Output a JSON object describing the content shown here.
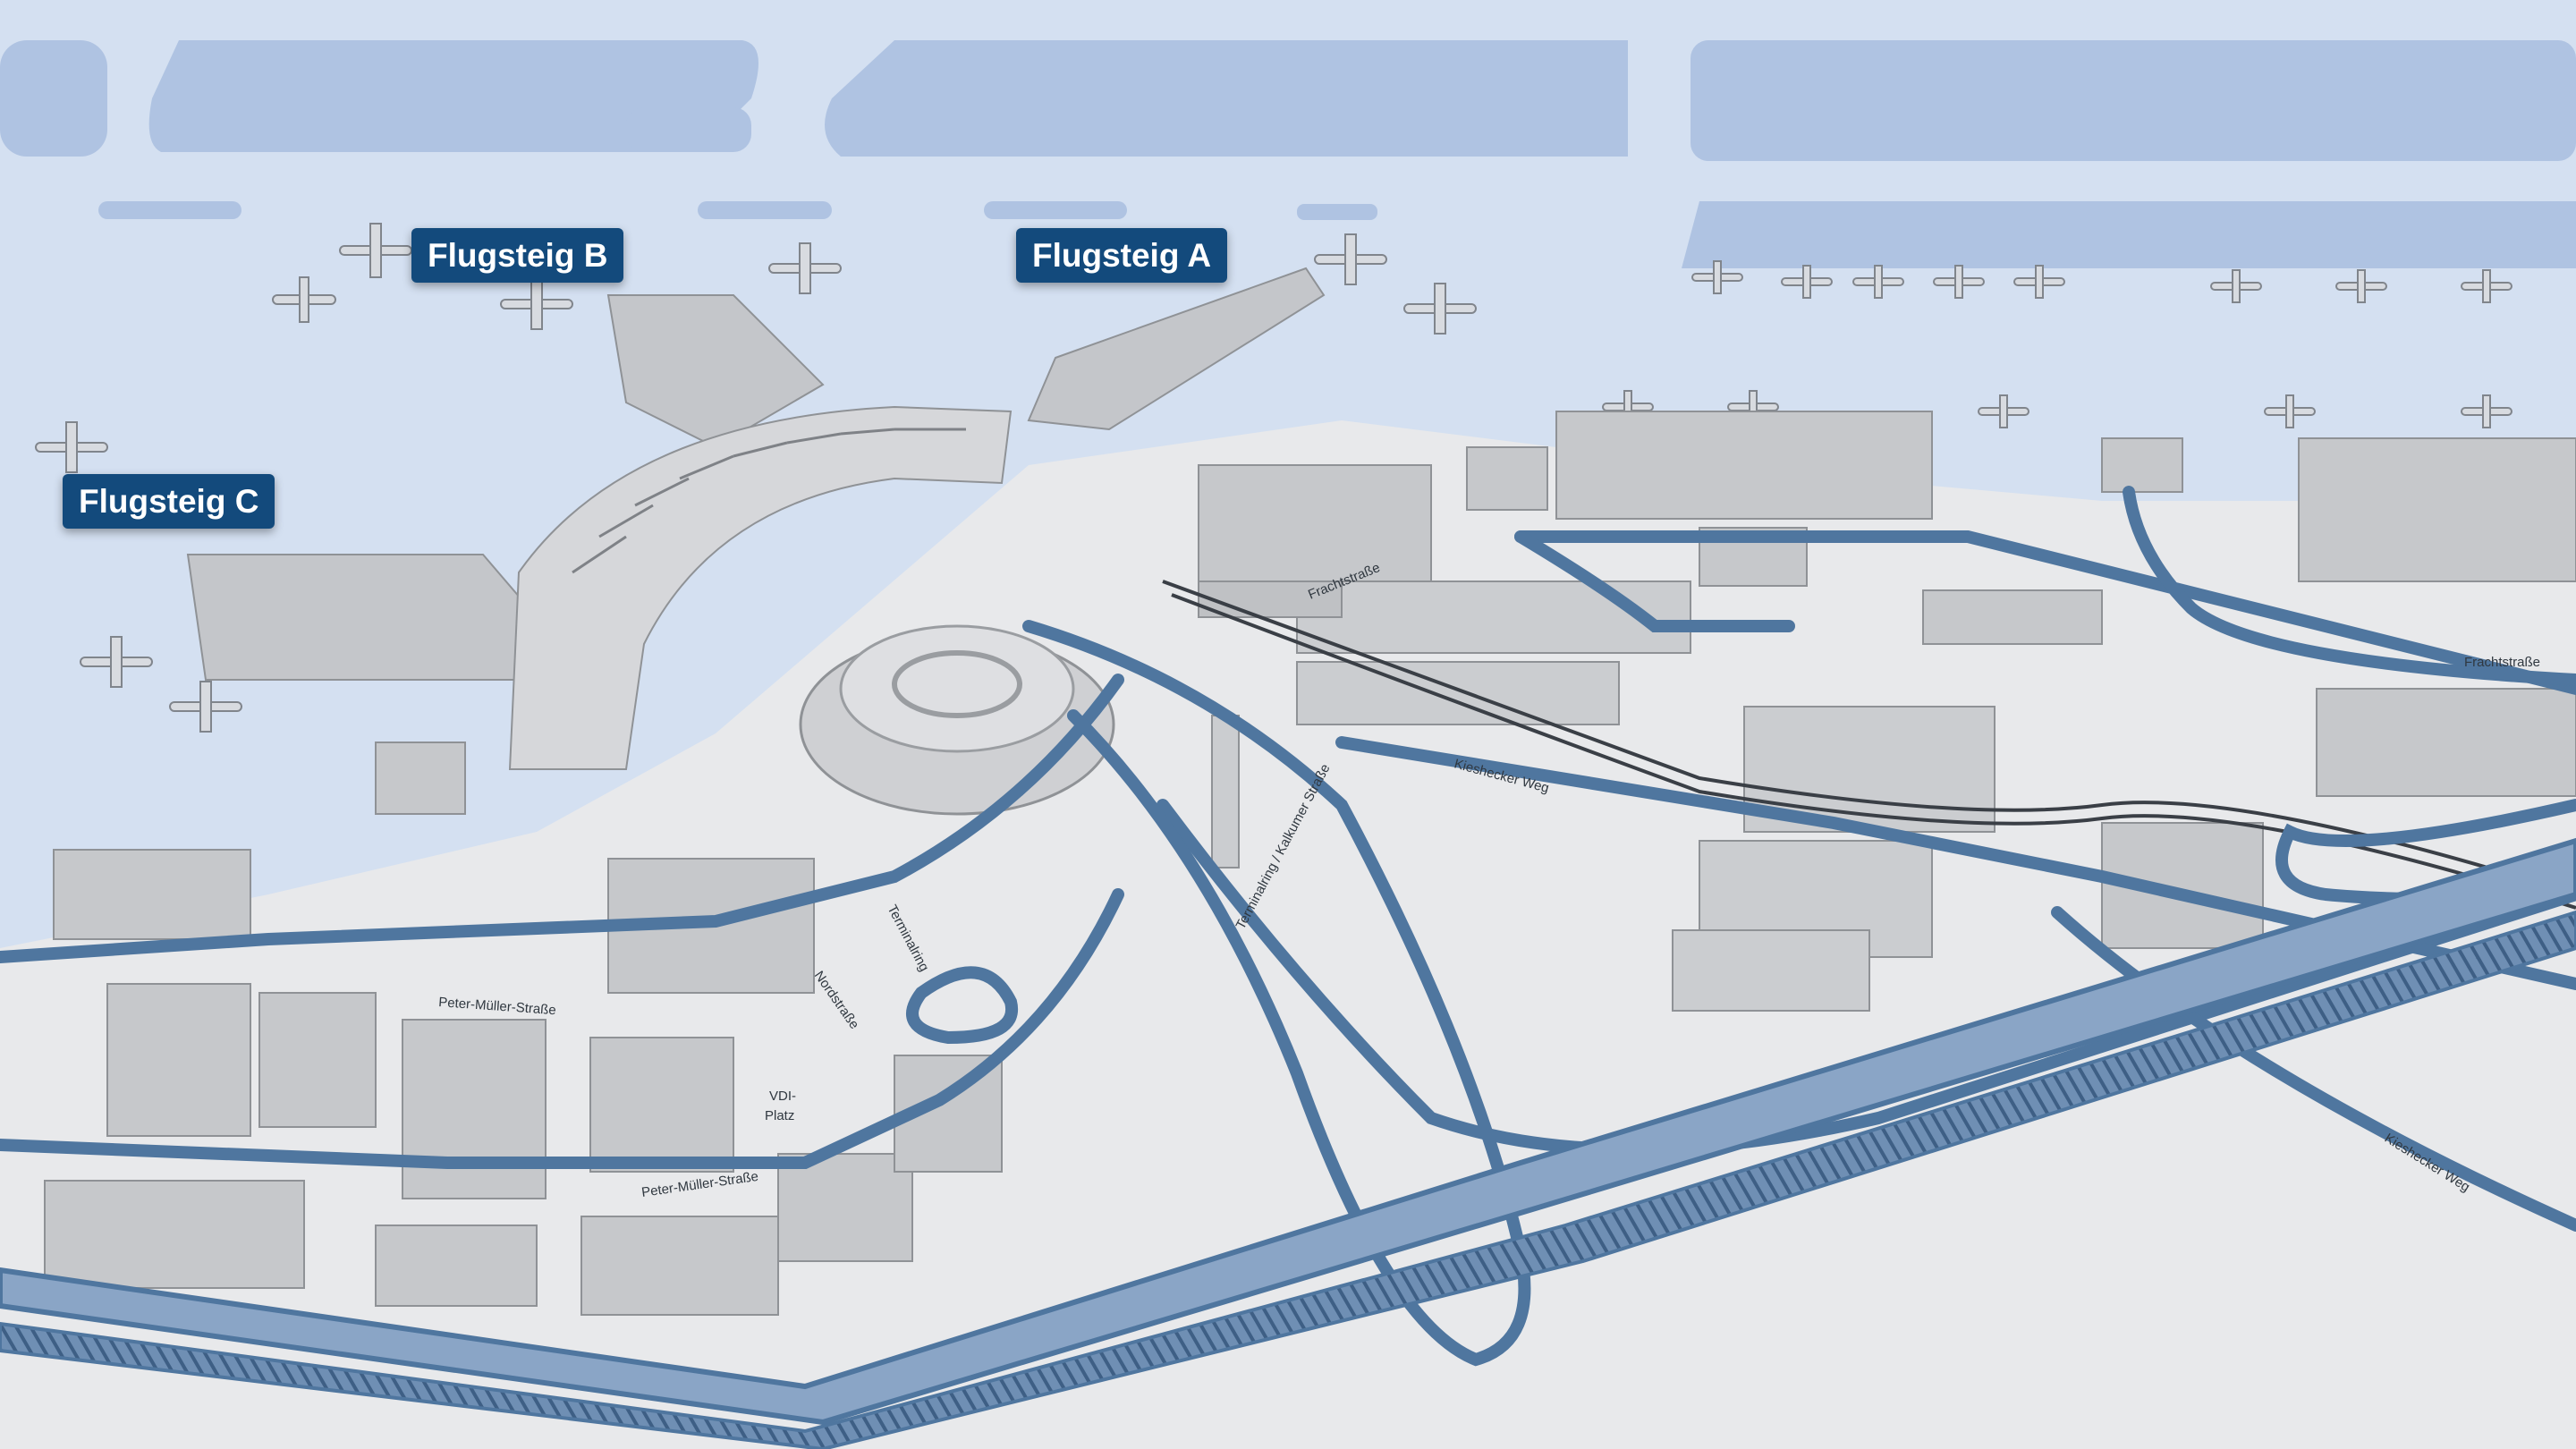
{
  "colors": {
    "apron": "#d3dff0",
    "grass": "#afc3e2",
    "ground": "#e9eaec",
    "road": "#4f769f",
    "road_edge": "#2d4f73",
    "building": "#c8c9cc",
    "building_dark": "#a6a8ac",
    "label_bg": "#134a7c",
    "rail": "#3a3f46"
  },
  "labels": {
    "flugsteig_a": "Flugsteig A",
    "flugsteig_b": "Flugsteig B",
    "flugsteig_c": "Flugsteig C"
  },
  "streets": {
    "frachtstrasse_1": "Frachtstraße",
    "frachtstrasse_2": "Frachtstraße",
    "kieshecker_weg_1": "Kieshecker Weg",
    "kieshecker_weg_2": "Kieshecker Weg",
    "terminalring_1": "Terminalring / Kalkumer Straße",
    "terminalring_2": "Terminalring",
    "nordstrasse": "Nordstraße",
    "peter_mueller_1": "Peter-Müller-Straße",
    "peter_mueller_2": "Peter-Müller-Straße",
    "vdi_platz": "VDI-",
    "vdi_platz_2": "Platz"
  }
}
